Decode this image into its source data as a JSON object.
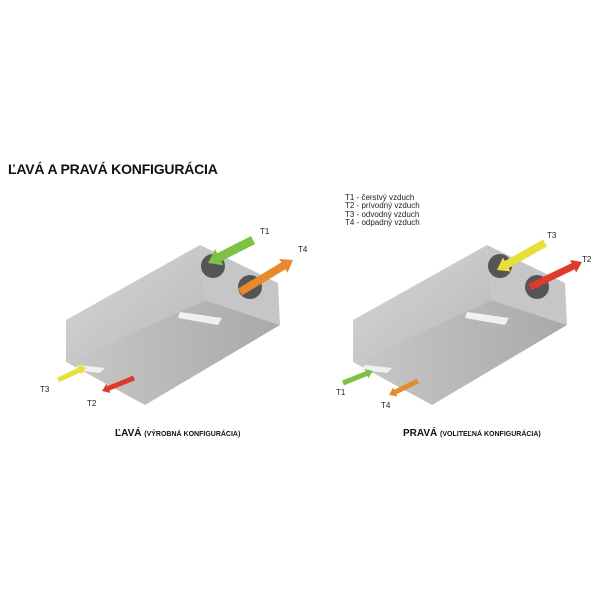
{
  "title": "ĽAVÁ A PRAVÁ KONFIGURÁCIA",
  "legend": [
    "T1 - čerstvý vzduch",
    "T2 - prívodný vzduch",
    "T3 - odvodný vzduch",
    "T4 - odpadný vzduch"
  ],
  "left": {
    "caption": "ĽAVÁ",
    "subcaption": "(VÝROBNÁ KONFIGURÁCIA)",
    "labels": {
      "t1": "T1",
      "t4": "T4",
      "t3": "T3",
      "t2": "T2"
    }
  },
  "right": {
    "caption": "PRAVÁ",
    "subcaption": "(VOLITEĽNÁ KONFIGURÁCIA)",
    "labels": {
      "t3": "T3",
      "t2": "T2",
      "t1": "T1",
      "t4": "T4"
    }
  },
  "colors": {
    "t1": "#7dc242",
    "t2": "#e03a2a",
    "t3": "#e8e03a",
    "t4": "#e8892e"
  }
}
